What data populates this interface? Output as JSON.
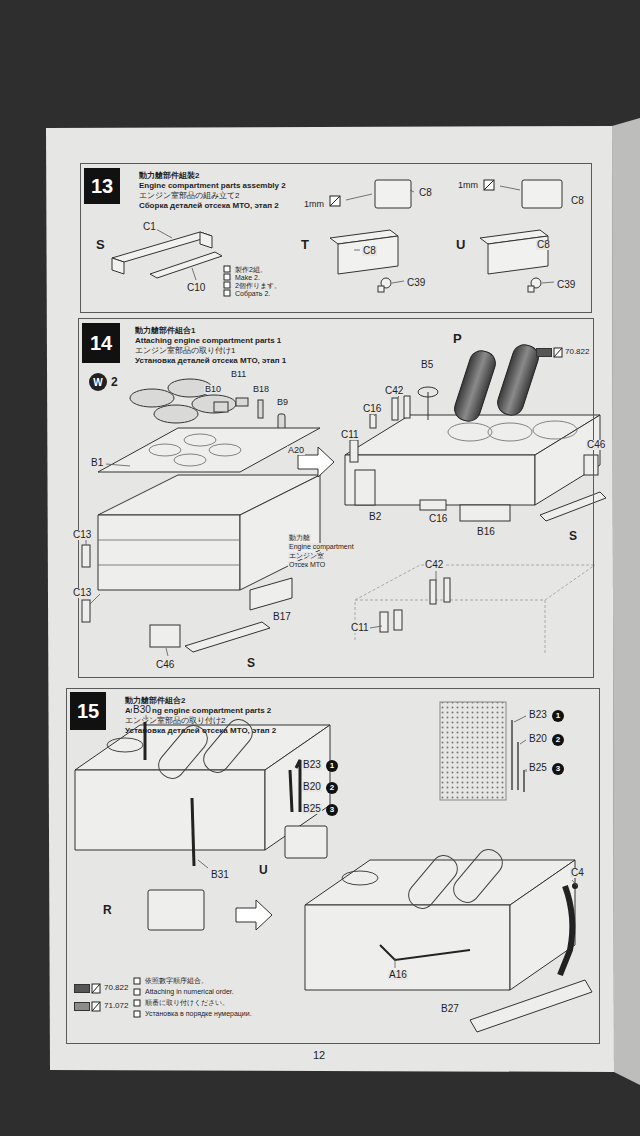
{
  "diagram": {
    "nodes": [
      {
        "text": [
          "動力艙部件組裝2",
          "Engine compartment parts assembly 2",
          "エンジン室部品の組み立て2",
          "Сборка деталей отсека МТО, этап 2"
        ]
      },
      {
        "text": [
          "13"
        ],
        "in": 0
      },
      {
        "text": [
          "動力艙部件組合1",
          "Attaching engine compartment parts 1",
          "エンジン室部品の取り付け1",
          "Установка деталей отсека МТО, этап 1"
        ]
      },
      {
        "text": [
          "14"
        ],
        "in": 2
      },
      {
        "text": [
          "W"
        ],
        "in": 2
      },
      {
        "text": [
          "動力艙部件組合2",
          "Attaching engine compartment parts 2",
          "エンジン室部品の取り付け2",
          "Установка деталей отсека МТО, этап 2"
        ]
      },
      {
        "text": [
          "15"
        ],
        "in": 5
      }
    ],
    "labels": [
      "S",
      "C1",
      "C10",
      "製作2組。",
      "Make 2.",
      "2個作ります。",
      "Собрать 2.",
      "1mm",
      "C8",
      "T",
      "C8",
      "C39",
      "1mm",
      "C8",
      "U",
      "C8",
      "C39",
      "2",
      "B11",
      "B10",
      "B18",
      "B9",
      "A20",
      "B1",
      "C13",
      "動力艙",
      "Engine compartment",
      "エンジン室",
      "Отсек МТО",
      "C13",
      "B17",
      "C46",
      "S",
      "P",
      "B5",
      "C42",
      "C16",
      "C11",
      "C46",
      "B2",
      "C16",
      "B16",
      "S",
      "C42",
      "C11",
      "B30",
      "B23",
      "1",
      "B20",
      "2",
      "B25",
      "3",
      "B23",
      "1",
      "B20",
      "2",
      "B25",
      "3",
      "B31",
      "U",
      "R",
      "C4",
      "A16",
      "B27",
      "依照數字順序組合。",
      "Attaching in numerical order.",
      "順番に取り付けください。",
      "Установка в порядке нумерации.",
      "12"
    ],
    "legend": [
      {
        "text": "70.822",
        "color": "#555555"
      },
      {
        "text": "70.822",
        "color": "#555555"
      },
      {
        "text": "71.072",
        "color": "#8c8c8c"
      }
    ]
  }
}
